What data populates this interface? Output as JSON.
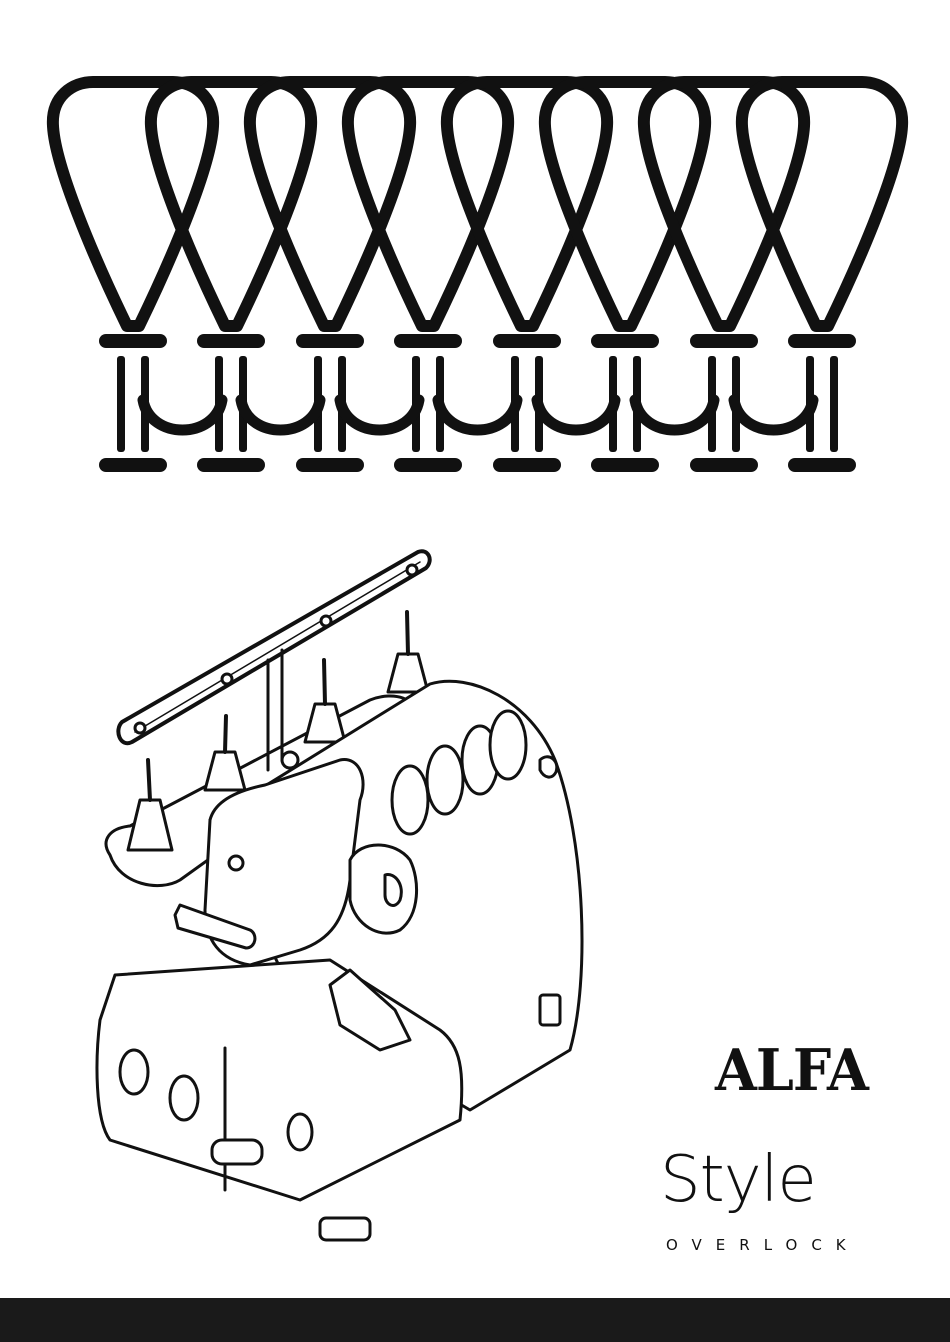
{
  "brand": {
    "logo_text": "ALFA",
    "product_name": "Style",
    "product_type": "OVERLOCK"
  },
  "illustration": {
    "decoration": "overlock-stitch-loops",
    "loop_count": 8,
    "machine": "overlock-machine-line-drawing"
  },
  "colors": {
    "ink": "#111111",
    "background": "#ffffff",
    "footer_band": "#1a1a1a"
  }
}
